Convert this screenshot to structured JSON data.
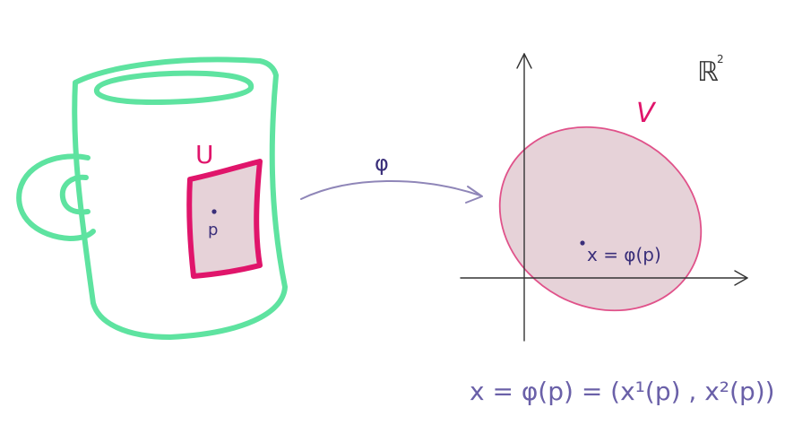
{
  "labels": {
    "open_set_on_mug": "U",
    "point_on_mug": "p",
    "map_name": "φ",
    "image_set": "V",
    "space_name": "ℝ",
    "space_dimension": "2",
    "image_point": "x = φ(p)",
    "formula": "x = φ(p) = (x¹(p) , x²(p))"
  },
  "colors": {
    "mug_outline": "#5ee3a0",
    "open_set_outline": "#e0156b",
    "region_fill": "#e6d2d8",
    "image_set_outline": "#e0528a",
    "arrow": "#8f86b8",
    "ink": "#3a2f7a",
    "axes": "#333333",
    "blackboard_text": "#333333"
  },
  "icons": {
    "mug": "coffee-mug-drawing",
    "map_arrow": "curved-arrow"
  }
}
